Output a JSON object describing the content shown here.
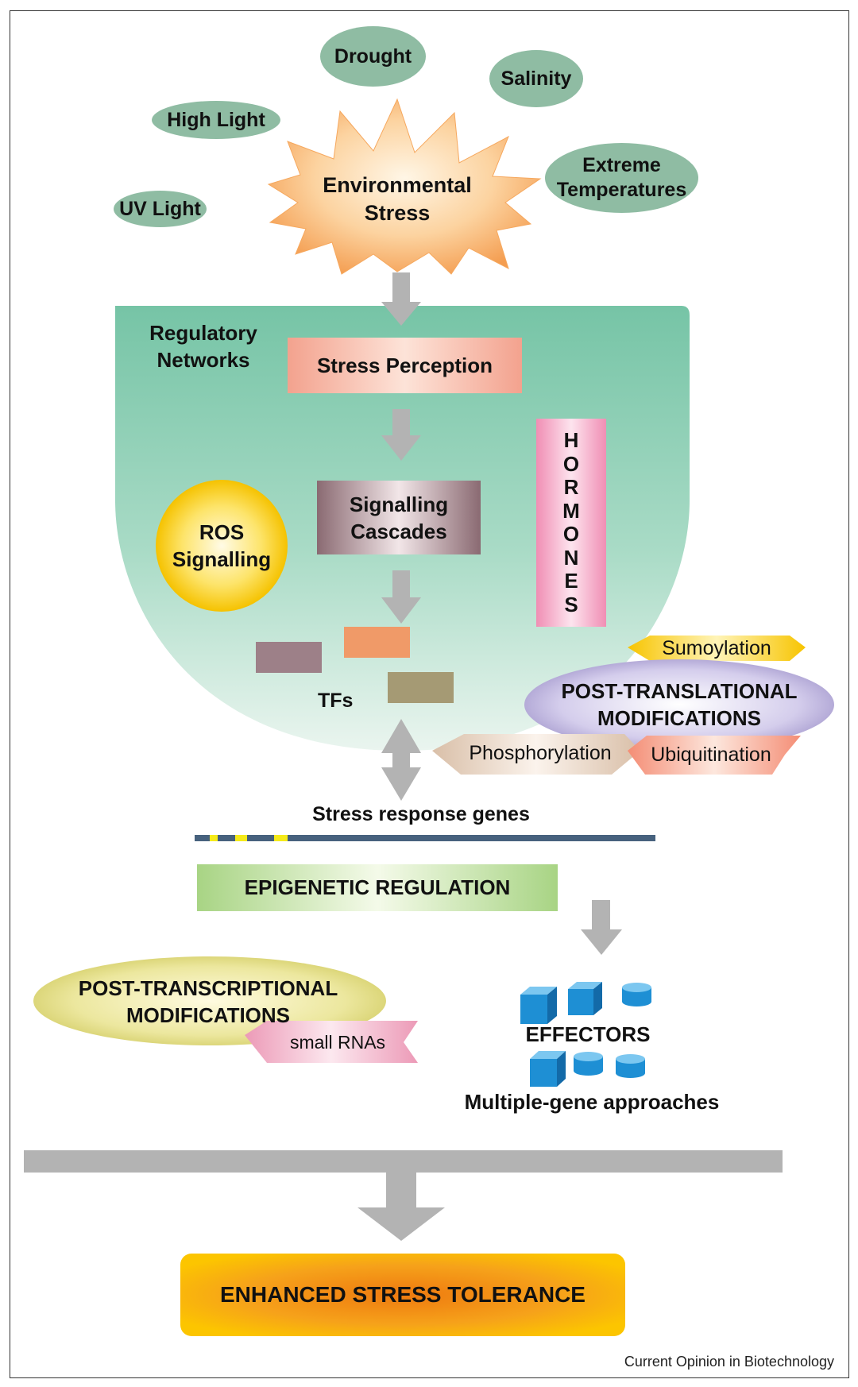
{
  "stressors": {
    "drought": "Drought",
    "salinity": "Salinity",
    "high_light": "High Light",
    "extreme_temperatures": [
      "Extreme",
      "Temperatures"
    ],
    "uv_light": "UV Light"
  },
  "environmental_stress": [
    "Environmental",
    "Stress"
  ],
  "regulatory_networks": {
    "title": [
      "Regulatory",
      "Networks"
    ],
    "stress_perception": "Stress Perception",
    "signalling_cascades": [
      "Signalling",
      "Cascades"
    ],
    "ros_signalling": [
      "ROS",
      "Signalling"
    ],
    "hormones": [
      "H",
      "O",
      "R",
      "M",
      "O",
      "N",
      "E",
      "S"
    ],
    "tfs": "TFs"
  },
  "ptm": {
    "title": [
      "POST-TRANSLATIONAL",
      "MODIFICATIONS"
    ],
    "sumoylation": "Sumoylation",
    "phosphorylation": "Phosphorylation",
    "ubiquitination": "Ubiquitination"
  },
  "stress_response_genes": "Stress response genes",
  "epigenetic_regulation": "EPIGENETIC REGULATION",
  "post_transcriptional": {
    "title": [
      "POST-TRANSCRIPTIONAL",
      "MODIFICATIONS"
    ],
    "small_rnas": "small RNAs"
  },
  "effectors": "EFFECTORS",
  "multiple_gene": "Multiple-gene approaches",
  "outcome": "ENHANCED STRESS TOLERANCE",
  "credit": "Current Opinion in Biotechnology",
  "colors": {
    "stressor_oval": "#8fbca3",
    "network_top": "#78c6a8",
    "network_bottom": "#e6f2ec",
    "arrow": "#b3b3b3",
    "starburst": "#f6a85e",
    "outcome": "#f08a14"
  }
}
